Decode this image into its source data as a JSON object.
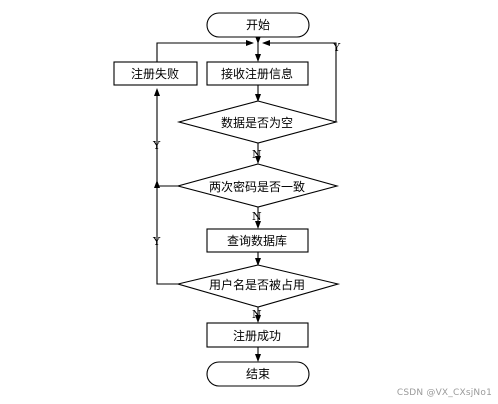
{
  "nodes": {
    "start": "开始",
    "receive": "接收注册信息",
    "fail": "注册失败",
    "empty_check": "数据是否为空",
    "pwd_check": "两次密码是否一致",
    "query": "查询数据库",
    "user_check": "用户名是否被占用",
    "success": "注册成功",
    "end": "结束"
  },
  "edge_labels": {
    "empty_yes": "Y",
    "empty_no": "N",
    "pwd_yes": "Y",
    "pwd_no": "N",
    "user_yes": "Y",
    "user_no": "N"
  },
  "watermark": "CSDN @VX_CXsjNo1"
}
